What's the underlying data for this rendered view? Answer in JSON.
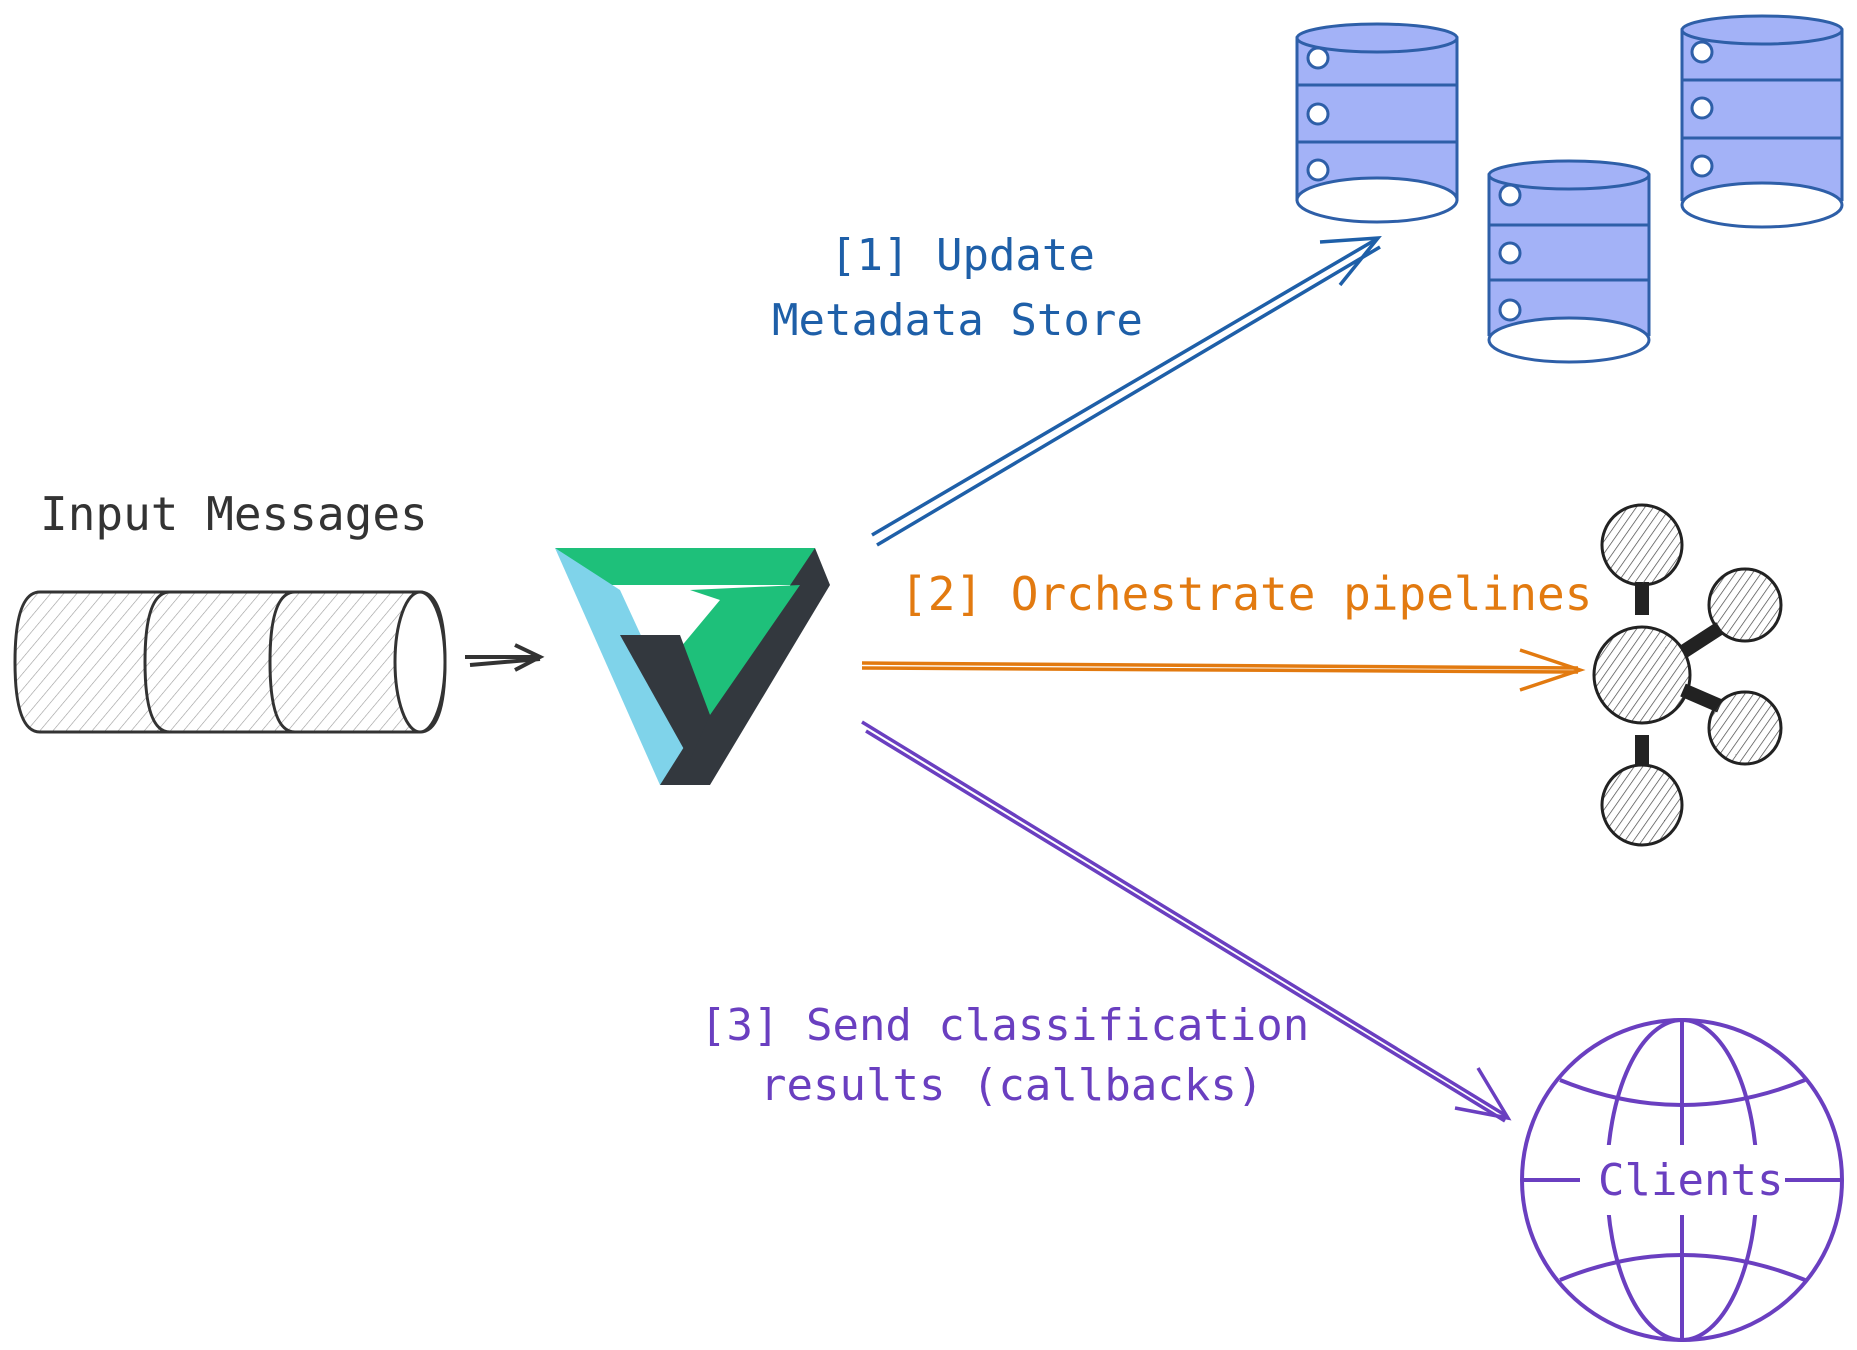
{
  "labels": {
    "input": "Input Messages",
    "step1_line1": "[1] Update",
    "step1_line2": "Metadata Store",
    "step2": "[2] Orchestrate pipelines",
    "step3_line1": "[3] Send classification",
    "step3_line2": "results (callbacks)",
    "clients": "Clients"
  },
  "icons": {
    "queue": "message-queue-icon",
    "logo": "triangle-logo-icon",
    "databases": "database-icon",
    "pipelines": "network-graph-icon",
    "clients": "globe-icon"
  },
  "colors": {
    "ink": "#333333",
    "step1": "#1e5fa8",
    "step2": "#e27a10",
    "step3": "#6a3fc0",
    "db_fill": "#a3b2f7",
    "db_stroke": "#2e5fa8",
    "logo_green": "#1ec07a",
    "logo_blue": "#7fd3ea",
    "logo_dark": "#33383e"
  }
}
